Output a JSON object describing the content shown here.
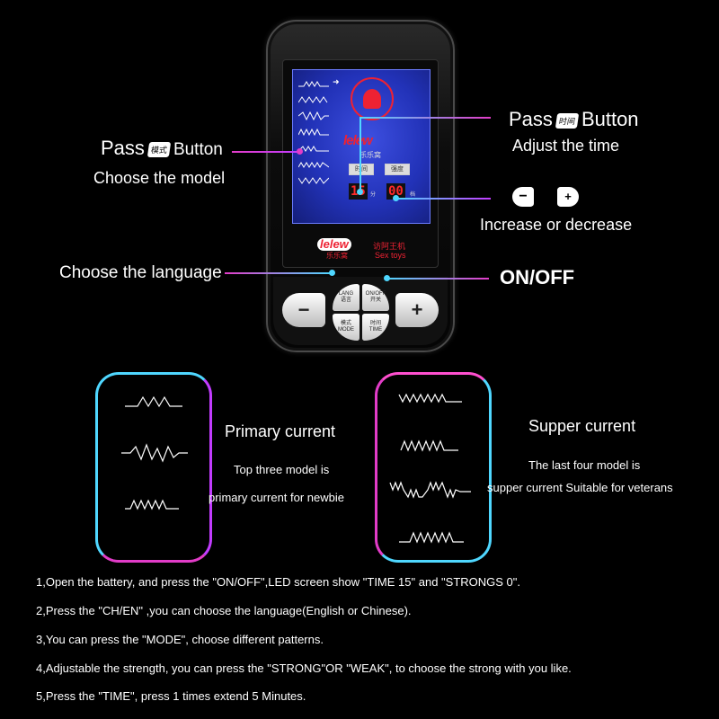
{
  "device": {
    "lcd_logo": "lelew",
    "lcd_logo_sub": "乐乐窝",
    "lcd_box_time": "时间",
    "lcd_box_strong": "强度",
    "led_time": "15",
    "led_time_unit": "分",
    "led_strong": "00",
    "led_strong_unit": "档",
    "brand_logo": "lelew",
    "brand_logo_sub": "乐乐窝",
    "brand_cn": "访阿王机",
    "brand_en": "Sex toys",
    "btn_minus": "−",
    "btn_plus": "+",
    "btn_lang": "LANG",
    "btn_lang_cn": "语言",
    "btn_onoff": "ON/OFF",
    "btn_onoff_cn": "开关",
    "btn_mode_cn": "模式",
    "btn_mode": "MODE",
    "btn_time_cn": "时间",
    "btn_time": "TIME"
  },
  "callouts": {
    "left_pass_a": "Pass",
    "left_pass_chip": "模式",
    "left_pass_b": "Button",
    "left_sub": "Choose the model",
    "lang": "Choose the language",
    "right_pass_a": "Pass",
    "right_pass_chip": "时间",
    "right_pass_b": "Button",
    "right_sub": "Adjust the time",
    "dec_btn": "−",
    "inc_btn": "+",
    "inc_dec": "Increase or decrease",
    "onoff": "ON/OFF"
  },
  "panels": {
    "left_title": "Primary current",
    "left_line1": "Top three model is",
    "left_line2": "primary current for newbie",
    "right_title": "Supper  current",
    "right_line1": "The last four model is",
    "right_line2": "supper current Suitable for veterans"
  },
  "notes": [
    "1,Open the battery, and press the \"ON/OFF\",LED screen show \"TIME 15\" and \"STRONGS 0\".",
    "2,Press the \"CH/EN\" ,you can choose the language(English or Chinese).",
    "3,You can press the \"MODE\", choose different patterns.",
    "4,Adjustable the strength, you can press the \"STRONG\"OR \"WEAK\", to choose the strong with you like.",
    "5,Press the \"TIME\", press 1 times extend 5 Minutes."
  ],
  "colors": {
    "pink": "#e23cc8",
    "cyan": "#4fd7ff",
    "lcd_blue": "#2232b8",
    "red": "#e23"
  }
}
